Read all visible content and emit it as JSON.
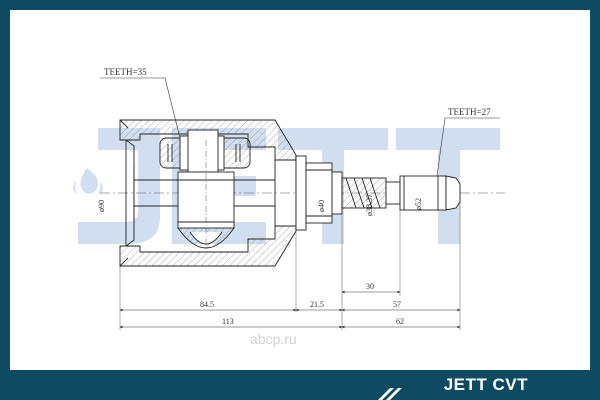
{
  "brand": {
    "footer_label": "JETT CVT",
    "watermark_logo": "JETT",
    "watermark_site": "abcp.ru",
    "accent_color": "#0e4a62",
    "logo_color": "#c9d9ee"
  },
  "callouts": {
    "teeth_outer": "TEETH=35",
    "teeth_shaft": "TEETH=27"
  },
  "diameters": {
    "housing": "ø90",
    "flange": "ø40",
    "spline": "ø38.37",
    "shaft": "ø52"
  },
  "dimensions": {
    "shaft_30": "30",
    "housing_length": "84.5",
    "neck": "21.5",
    "shaft_57": "57",
    "overall_body": "113",
    "overall_shaft": "62"
  },
  "icons": {
    "watermark_logo_mark": "flame-drop-icon",
    "footer_hatch": "diagonal-stripe-icon"
  }
}
